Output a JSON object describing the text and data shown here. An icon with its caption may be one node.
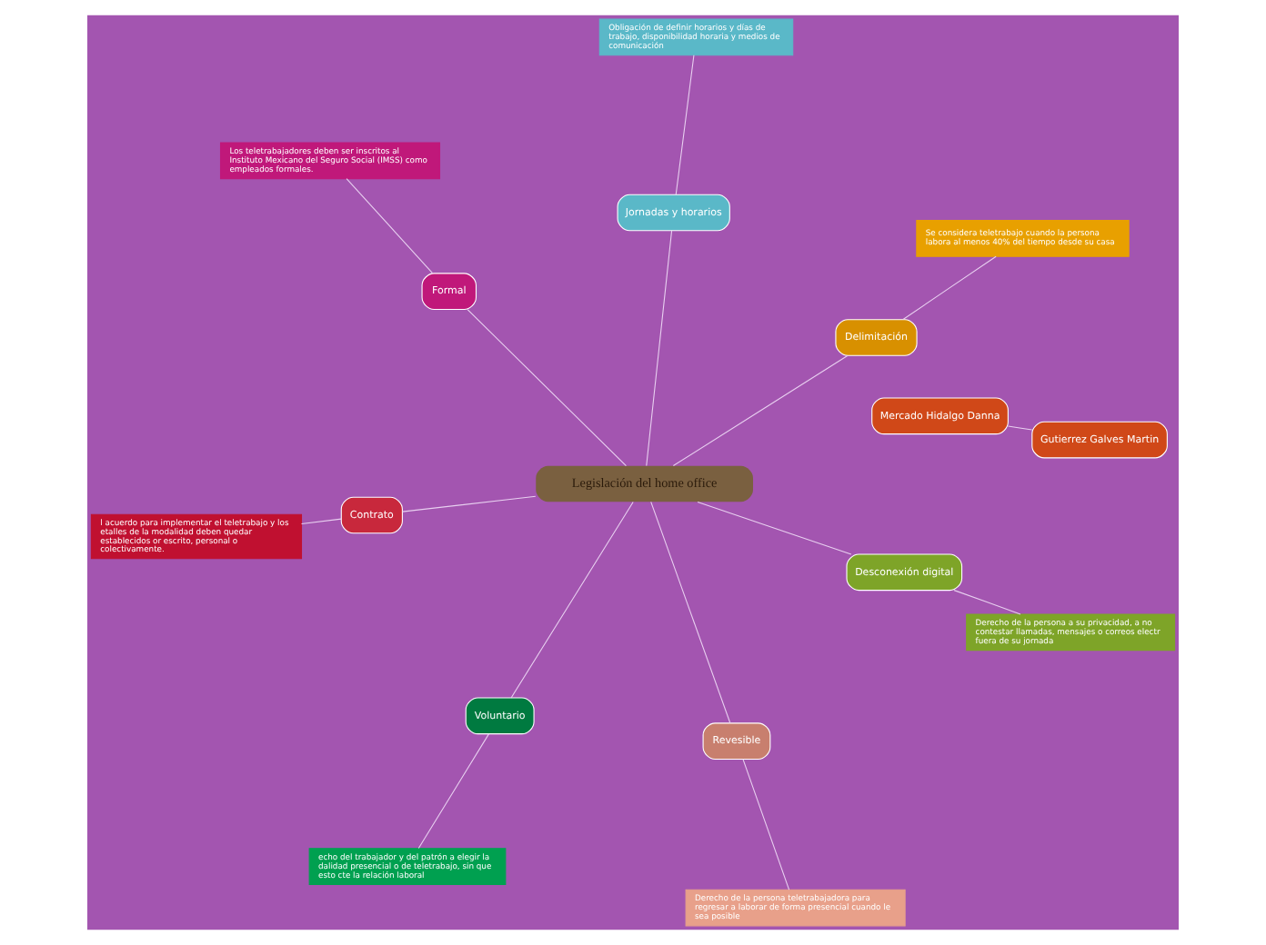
{
  "diagram": {
    "nodes": [
      {
        "text": [
          "Legislación del home office"
        ]
      },
      {
        "text": [
          "Revesible"
        ]
      },
      {
        "text": [
          "Derecho de la persona teletrabajadora para regresar a laborar de forma presencial cuando le sea posible"
        ]
      },
      {
        "text": [
          "Formal"
        ]
      },
      {
        "text": [
          "Los teletrabajadores deben ser inscritos al Instituto Mexicano del Seguro Social (IMSS) como empleados formales."
        ]
      },
      {
        "text": [
          "Contrato"
        ]
      },
      {
        "text": [
          "l acuerdo para implementar el teletrabajo y los etalles de la modalidad deben quedar establecidos or escrito, personal o colectivamente."
        ]
      },
      {
        "text": [
          "Desconexión digital"
        ]
      },
      {
        "text": [
          "Derecho de la persona a su privacidad, a no contestar llamadas, mensajes o correos electr fuera de su jornada"
        ]
      },
      {
        "text": [
          "Voluntario"
        ]
      },
      {
        "text": [
          "echo del trabajador y del patrón a elegir la dalidad presencial o de teletrabajo, sin que esto cte la relación laboral"
        ]
      },
      {
        "text": [
          "Jornadas y horarios"
        ]
      },
      {
        "text": [
          "Obligación de definir horarios y días de trabajo, disponibilidad horaria y medios de comunicación"
        ]
      },
      {
        "text": [
          "Delimitación"
        ]
      },
      {
        "text": [
          "Se considera teletrabajo cuando la persona labora al menos 40% del tiempo desde su casa"
        ]
      },
      {
        "text": [
          "Mercado Hidalgo Danna"
        ]
      },
      {
        "text": [
          "Gutierrez Galves Martin"
        ]
      }
    ],
    "edges": [
      {
        "from": 0,
        "to": 1,
        "arrow": "none"
      },
      {
        "from": 1,
        "to": 2,
        "arrow": "none"
      },
      {
        "from": 0,
        "to": 3,
        "arrow": "none"
      },
      {
        "from": 3,
        "to": 4,
        "arrow": "none"
      },
      {
        "from": 0,
        "to": 5,
        "arrow": "none"
      },
      {
        "from": 5,
        "to": 6,
        "arrow": "none"
      },
      {
        "from": 0,
        "to": 7,
        "arrow": "none"
      },
      {
        "from": 7,
        "to": 8,
        "arrow": "none"
      },
      {
        "from": 0,
        "to": 9,
        "arrow": "none"
      },
      {
        "from": 9,
        "to": 10,
        "arrow": "none"
      },
      {
        "from": 0,
        "to": 11,
        "arrow": "none"
      },
      {
        "from": 11,
        "to": 12,
        "arrow": "none"
      },
      {
        "from": 0,
        "to": 13,
        "arrow": "none"
      },
      {
        "from": 13,
        "to": 14,
        "arrow": "none"
      },
      {
        "from": 15,
        "to": 16,
        "arrow": "none"
      }
    ]
  }
}
